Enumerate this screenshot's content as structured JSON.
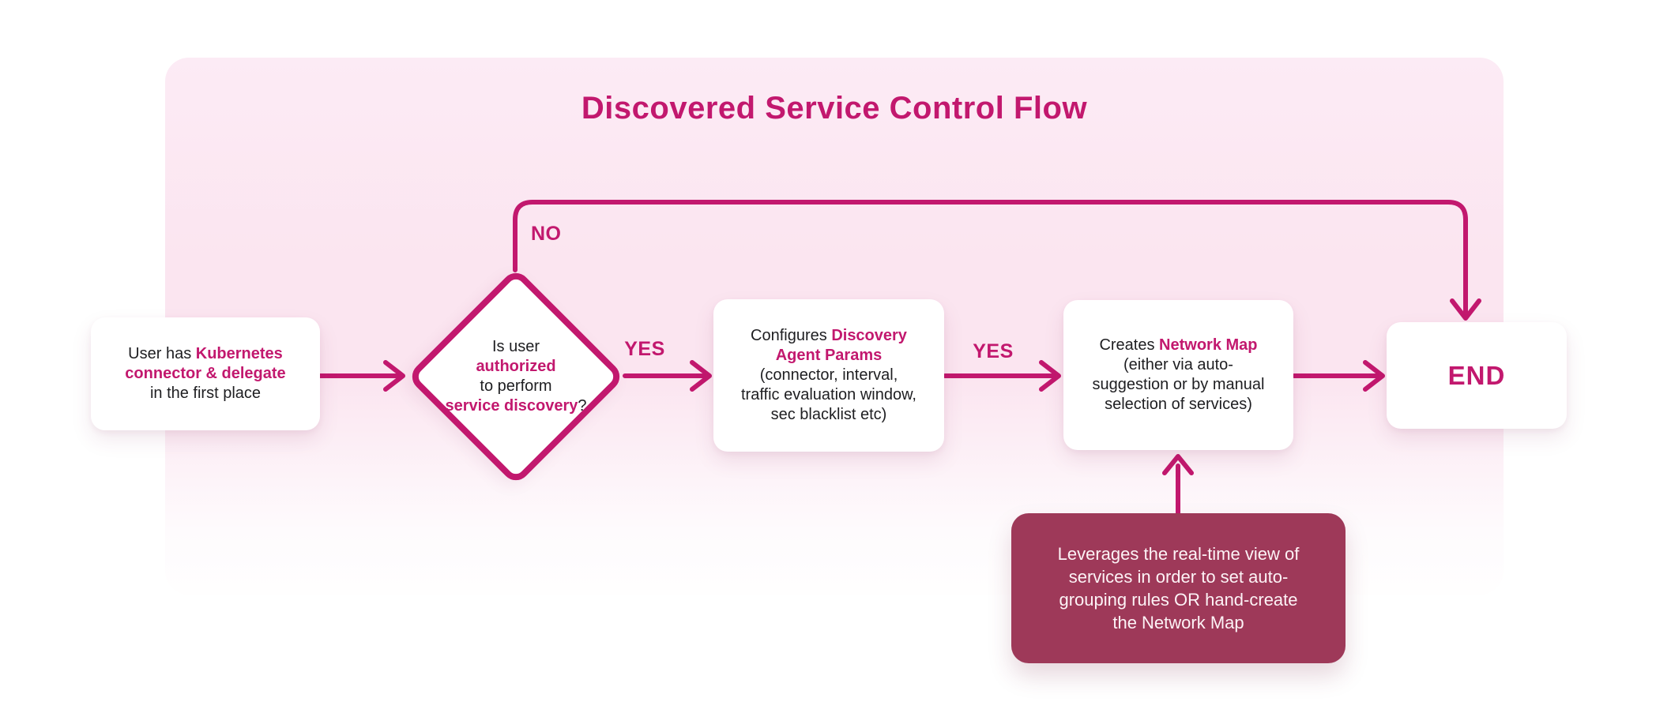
{
  "title": "Discovered Service Control Flow",
  "colors": {
    "accent": "#C2186E",
    "text": "#1E1E21",
    "node_bg": "#FFFFFF",
    "note_bg": "#9E3959",
    "note_text": "#FDF3F6",
    "panel_top": "#FCEBF5",
    "panel_mid": "#FBE5F0",
    "panel_low": "#FEFBFD",
    "panel_bottom": "#FFFEFE"
  },
  "edge_labels": {
    "yes_authorized": "YES",
    "yes_configured": "YES",
    "no": "NO"
  },
  "nodes": {
    "start": {
      "segments": [
        {
          "t": "User has "
        },
        {
          "t": "Kubernetes",
          "accent": true
        },
        {
          "br": true
        },
        {
          "t": "connector & delegate",
          "accent": true
        },
        {
          "br": true
        },
        {
          "t": "in the first place"
        }
      ]
    },
    "decision": {
      "segments": [
        {
          "t": "Is user"
        },
        {
          "br": true
        },
        {
          "t": "authorized",
          "accent": true
        },
        {
          "br": true
        },
        {
          "t": "to perform"
        },
        {
          "br": true
        },
        {
          "t": "service discovery",
          "accent": true
        },
        {
          "t": "?"
        }
      ]
    },
    "configure": {
      "segments": [
        {
          "t": "Configures "
        },
        {
          "t": "Discovery",
          "accent": true
        },
        {
          "br": true
        },
        {
          "t": "Agent Params",
          "accent": true
        },
        {
          "br": true
        },
        {
          "t": "(connector, interval,"
        },
        {
          "br": true
        },
        {
          "t": "traffic evaluation window,"
        },
        {
          "br": true
        },
        {
          "t": "sec blacklist etc)"
        }
      ]
    },
    "creates": {
      "segments": [
        {
          "t": "Creates "
        },
        {
          "t": "Network Map",
          "accent": true
        },
        {
          "br": true
        },
        {
          "t": "(either via auto-"
        },
        {
          "br": true
        },
        {
          "t": "suggestion or by manual"
        },
        {
          "br": true
        },
        {
          "t": "selection of services)"
        }
      ]
    },
    "end": {
      "label": "END"
    },
    "note": {
      "segments": [
        {
          "t": "Leverages the real-time view of"
        },
        {
          "br": true
        },
        {
          "t": "services in order to set auto-"
        },
        {
          "br": true
        },
        {
          "t": "grouping rules OR hand-create"
        },
        {
          "br": true
        },
        {
          "t": "the Network Map"
        }
      ]
    }
  }
}
